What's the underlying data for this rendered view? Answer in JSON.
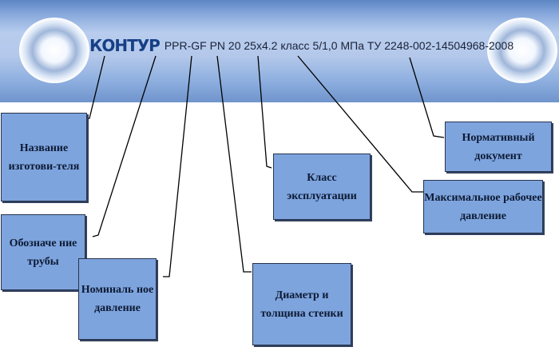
{
  "pipe_marking": {
    "logo": "КОНТУР",
    "text": "PPR-GF PN 20  25x4.2 класс 5/1,0 МПа ТУ 2248-002-14504968-2008"
  },
  "callouts": {
    "manufacturer": "Название изготови-теля",
    "designation": "Обозначе ние трубы",
    "nominal_pressure": "Номиналь ное давление",
    "diameter_wall": "Диаметр и толщина стенки",
    "operation_class": "Класс эксплуатации",
    "max_pressure": "Максимальное рабочее давление",
    "norm_document": "Нормативный документ"
  },
  "colors": {
    "pipe": "#b3c8ea",
    "callout_fill": "#7ea4de",
    "logo": "#173f86"
  }
}
